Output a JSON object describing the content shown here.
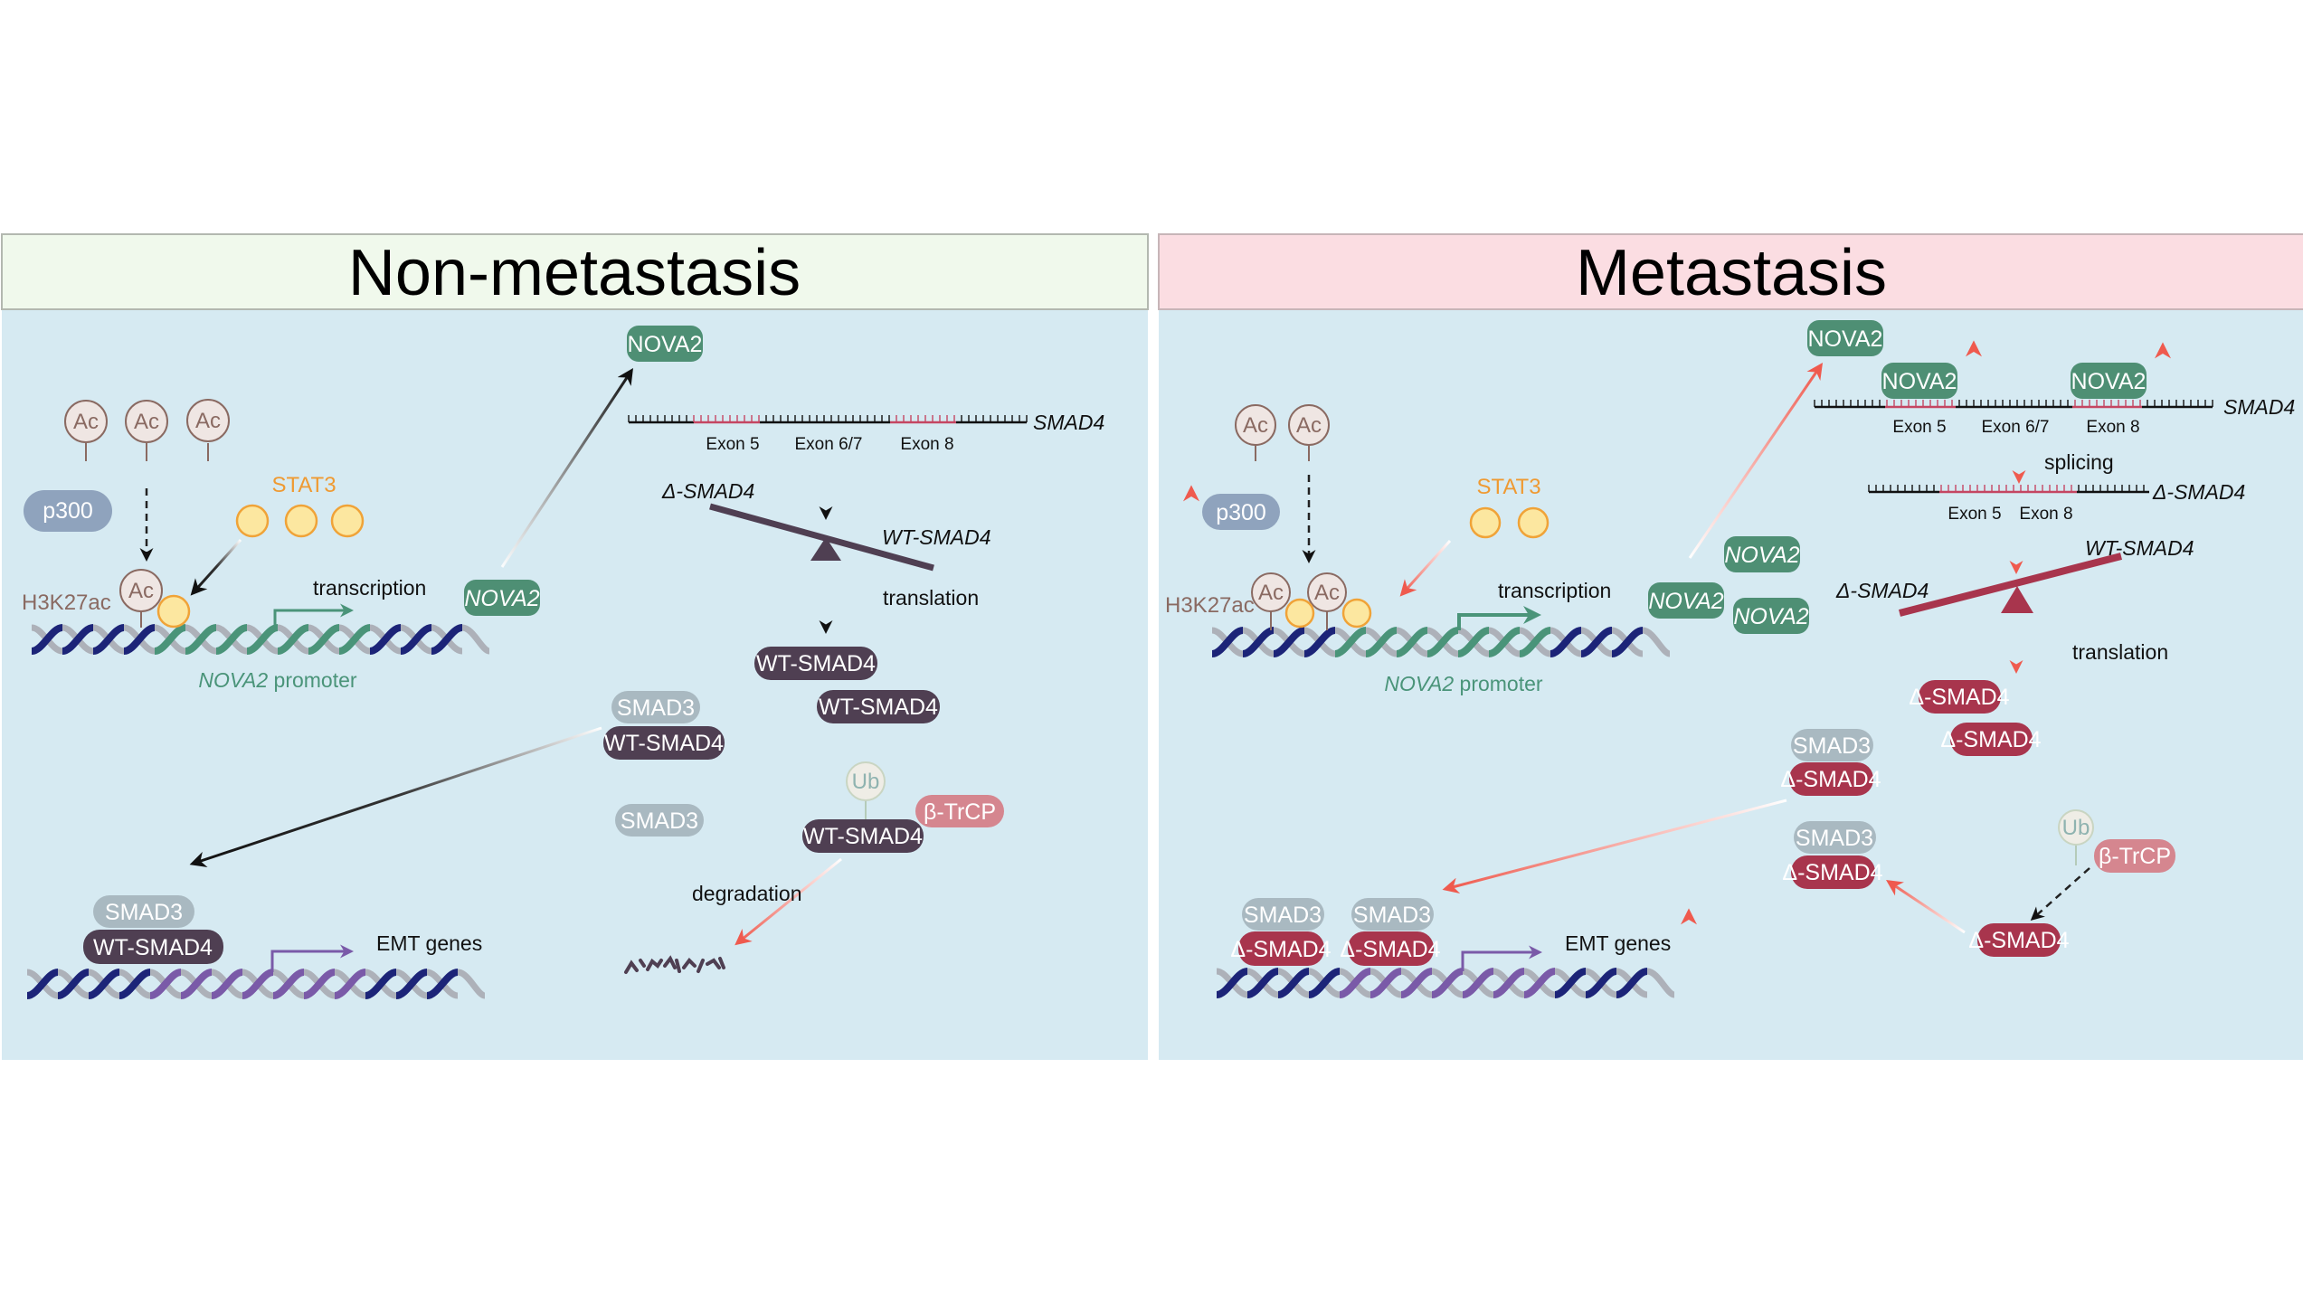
{
  "colors": {
    "panel_bg": "#d6eaf2",
    "header_left_bg": "#f0f9ec",
    "header_right_bg": "#fbdde2",
    "nova2": "#4e8f74",
    "wt_smad4": "#4f3f52",
    "delta_smad4": "#a8354d",
    "smad3": "#a9b9c1",
    "p300": "#8fa3bd",
    "beta_trcp": "#d5868f",
    "stat3_fill": "#fce7a0",
    "stat3_stroke": "#f0a338",
    "up_arrow": "#ef5a4e",
    "exon": "#c44662",
    "dna_dark": "#1c2478",
    "dna_promoter": "#4a9479",
    "dna_emt": "#7a5aa8"
  },
  "left_panel": {
    "title": "Non-metastasis",
    "acetyl_labels": [
      "Ac",
      "Ac",
      "Ac"
    ],
    "p300": "p300",
    "stat3_label": "STAT3",
    "h3k27ac": "H3K27ac",
    "bound_ac": "Ac",
    "transcription": "transcription",
    "promoter_gene": "NOVA2",
    "promoter_suffix": " promoter",
    "nova2_mrna": "NOVA2",
    "nova2_protein": "NOVA2",
    "smad4_gene": "SMAD4",
    "exons": [
      "Exon 5",
      "Exon 6/7",
      "Exon 8"
    ],
    "balance_left": "Δ-SMAD4",
    "balance_right": "WT-SMAD4",
    "translation": "translation",
    "wt_products": [
      "WT-SMAD4",
      "WT-SMAD4"
    ],
    "complex": {
      "smad3": "SMAD3",
      "smad4": "WT-SMAD4"
    },
    "free_smad3": "SMAD3",
    "ub": "Ub",
    "beta_trcp": "β-TrCP",
    "degraded_protein": "WT-SMAD4",
    "degradation": "degradation",
    "emt_complex": {
      "smad3": "SMAD3",
      "smad4": "WT-SMAD4"
    },
    "emt_genes": "EMT genes"
  },
  "right_panel": {
    "title": "Metastasis",
    "acetyl_labels": [
      "Ac",
      "Ac"
    ],
    "p300": "p300",
    "stat3_label": "STAT3",
    "h3k27ac": "H3K27ac",
    "bound_ac": [
      "Ac",
      "Ac"
    ],
    "transcription": "transcription",
    "promoter_gene": "NOVA2",
    "promoter_suffix": " promoter",
    "nova2_mrna": [
      "NOVA2",
      "NOVA2",
      "NOVA2"
    ],
    "nova2_protein": [
      "NOVA2",
      "NOVA2",
      "NOVA2"
    ],
    "smad4_gene": "SMAD4",
    "exons": [
      "Exon 5",
      "Exon 6/7",
      "Exon 8"
    ],
    "splicing": "splicing",
    "spliced_gene": "Δ-SMAD4",
    "spliced_exons": [
      "Exon 5",
      "Exon 8"
    ],
    "balance_left": "Δ-SMAD4",
    "balance_right": "WT-SMAD4",
    "translation": "translation",
    "delta_products": [
      "Δ-SMAD4",
      "Δ-SMAD4"
    ],
    "complexes": [
      {
        "smad3": "SMAD3",
        "smad4": "Δ-SMAD4"
      },
      {
        "smad3": "SMAD3",
        "smad4": "Δ-SMAD4"
      }
    ],
    "ub": "Ub",
    "beta_trcp": "β-TrCP",
    "escaped_protein": "Δ-SMAD4",
    "emt_complexes": [
      {
        "smad3": "SMAD3",
        "smad4": "Δ-SMAD4"
      },
      {
        "smad3": "SMAD3",
        "smad4": "Δ-SMAD4"
      }
    ],
    "emt_genes": "EMT genes"
  }
}
